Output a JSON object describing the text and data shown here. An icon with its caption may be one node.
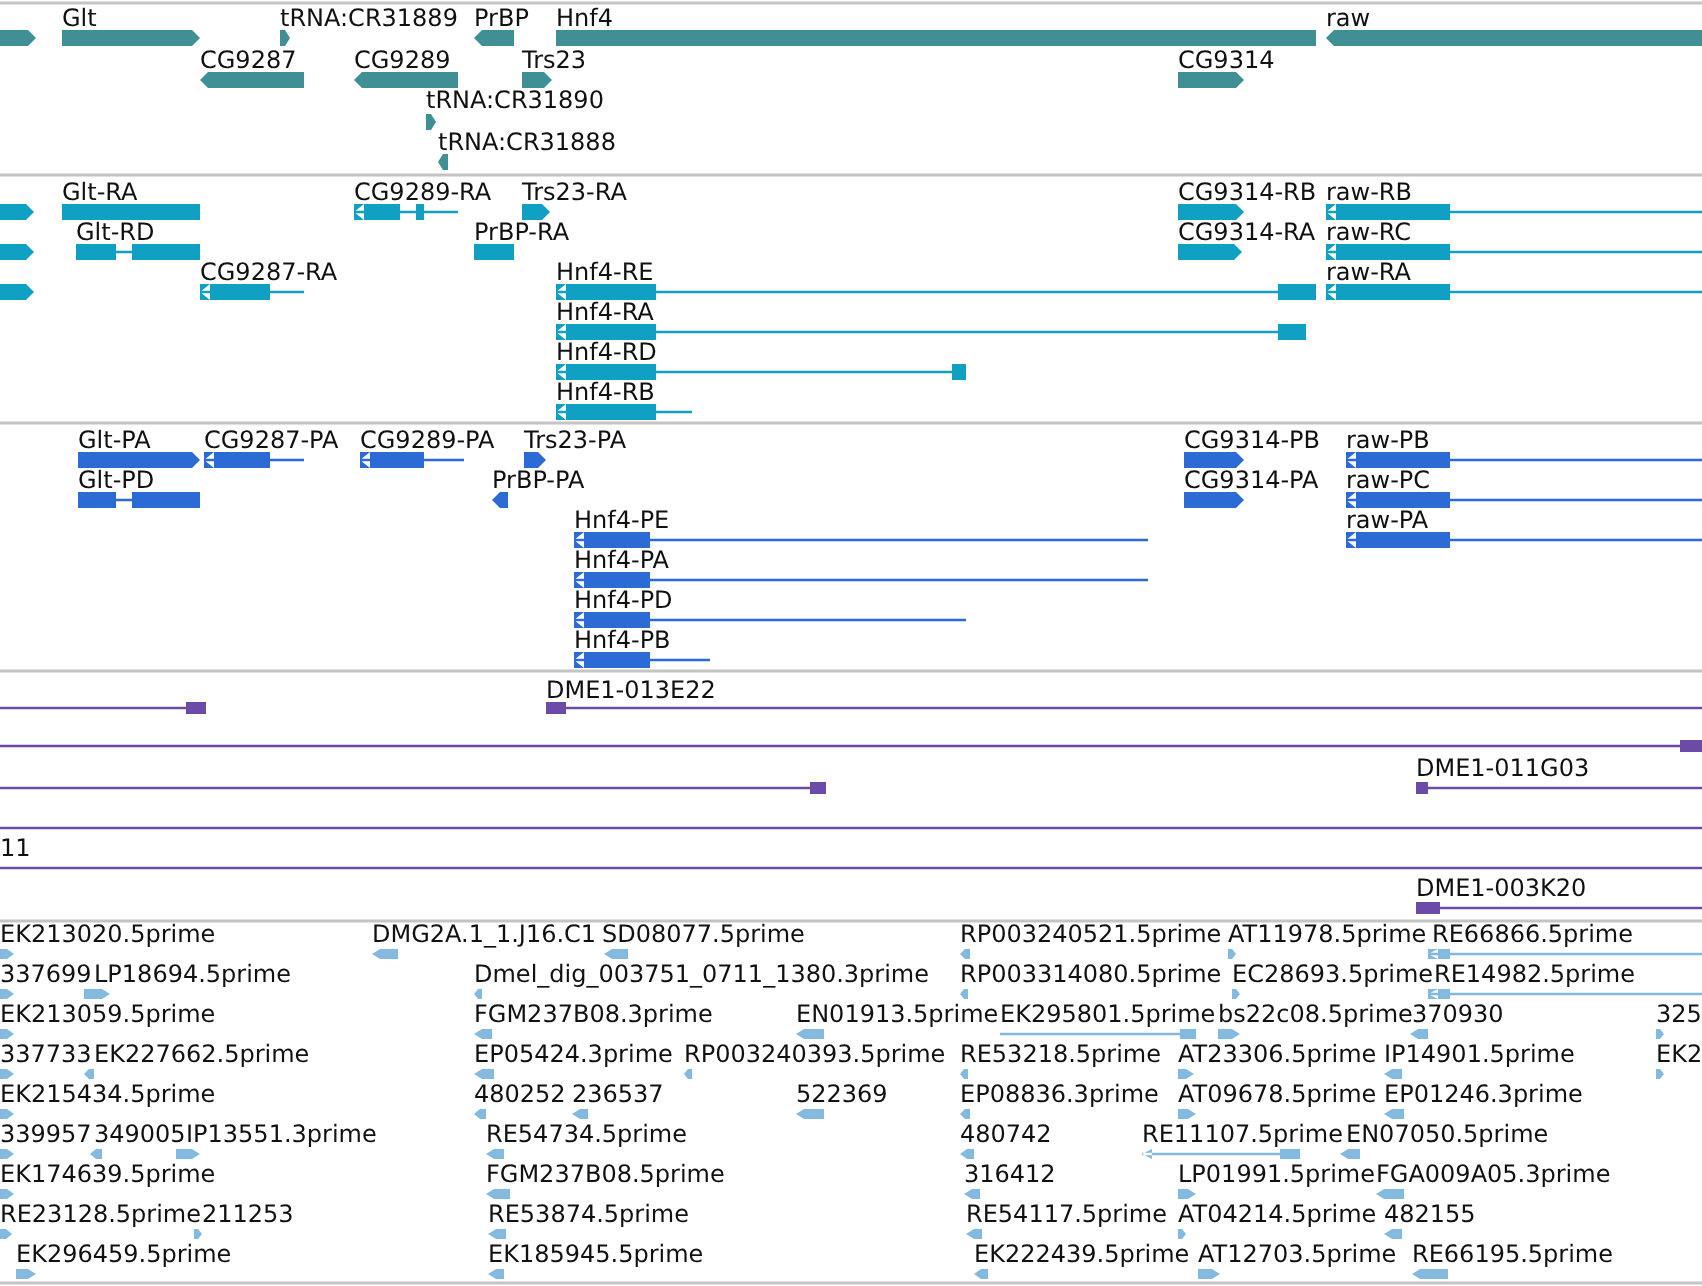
{
  "diagram": {
    "labels": [
      "Glt",
      "tRNA:CR31889",
      "PrBP",
      "Hnf4",
      "raw",
      "CG9287",
      "CG9289",
      "Trs23",
      "CG9314",
      "tRNA:CR31890",
      "tRNA:CR31888",
      "Glt-RA",
      "CG9289-RA",
      "Trs23-RA",
      "CG9314-RB",
      "raw-RB",
      "Glt-RD",
      "PrBP-RA",
      "CG9314-RA",
      "raw-RC",
      "CG9287-RA",
      "Hnf4-RE",
      "raw-RA",
      "Hnf4-RA",
      "Hnf4-RD",
      "Hnf4-RB",
      "Glt-PA",
      "CG9287-PA",
      "CG9289-PA",
      "Trs23-PA",
      "CG9314-PB",
      "raw-PB",
      "Glt-PD",
      "PrBP-PA",
      "CG9314-PA",
      "raw-PC",
      "Hnf4-PE",
      "raw-PA",
      "Hnf4-PA",
      "Hnf4-PD",
      "Hnf4-PB",
      "DME1-013E22",
      "DME1-011G03",
      "11",
      "DME1-003K20",
      "EK213020.5prime",
      "DMG2A.1_1.J16.C1",
      "SD08077.5prime",
      "RP003240521.5prime",
      "AT11978.5prime",
      "RE66866.5prime",
      "337699",
      "LP18694.5prime",
      "Dmel_dig_003751_0711_1380.3prime",
      "RP003314080.5prime",
      "EC28693.5prime",
      "RE14982.5prime",
      "EK213059.5prime",
      "FGM237B08.3prime",
      "EN01913.5prime",
      "EK295801.5prime",
      "bs22c08.5prime",
      "370930",
      "325",
      "337733",
      "EK227662.5prime",
      "EP05424.3prime",
      "RP003240393.5prime",
      "RE53218.5prime",
      "AT23306.5prime",
      "IP14901.5prime",
      "EK2",
      "EK215434.5prime",
      "480252",
      "236537",
      "522369",
      "EP08836.3prime",
      "AT09678.5prime",
      "EP01246.3prime",
      "339957",
      "349005",
      "IP13551.3prime",
      "RE54734.5prime",
      "480742",
      "RE11107.5prime",
      "EN07050.5prime",
      "EK174639.5prime",
      "FGM237B08.5prime",
      "316412",
      "LP01991.5prime",
      "FGA009A05.3prime",
      "RE23128.5prime",
      "211253",
      "RE53874.5prime",
      "RE54117.5prime",
      "AT04214.5prime",
      "482155",
      "EK296459.5prime",
      "EK185945.5prime",
      "EK222439.5prime",
      "AT12703.5prime",
      "RE66195.5prime"
    ]
  }
}
